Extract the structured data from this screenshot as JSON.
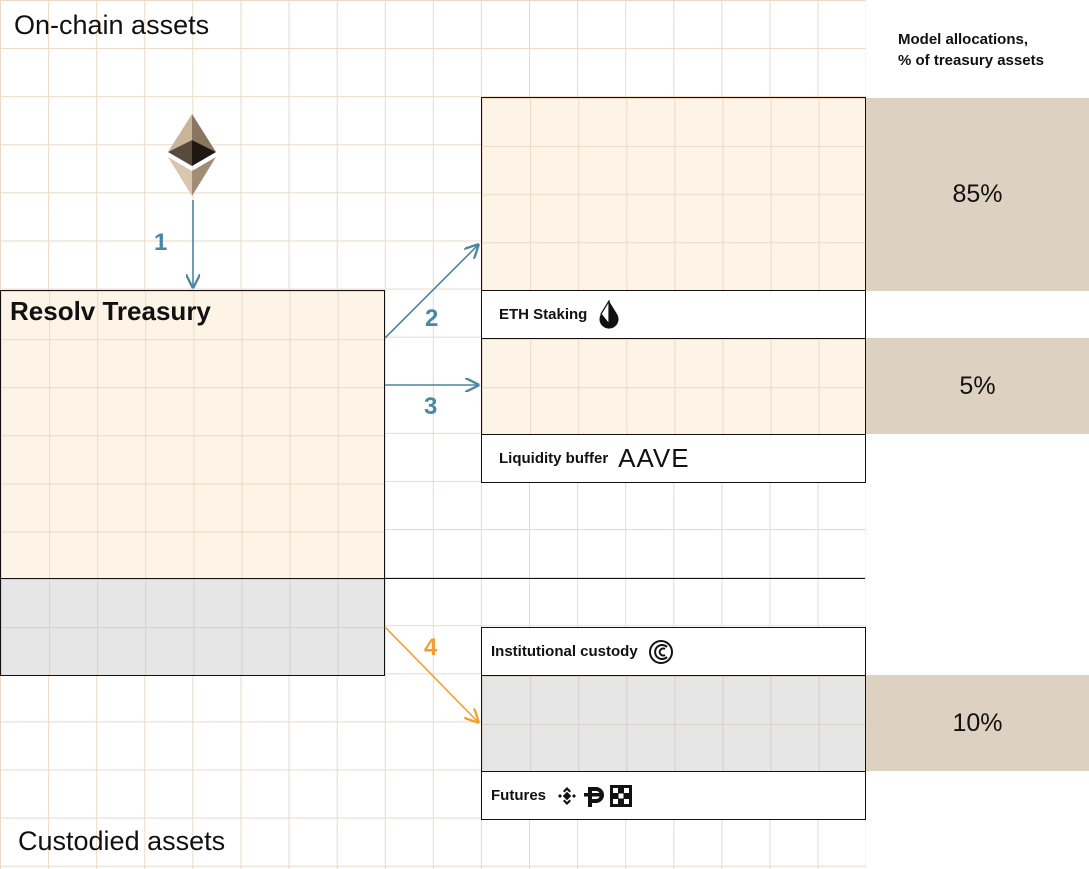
{
  "titles": {
    "on_chain": "On-chain assets",
    "custodied": "Custodied assets",
    "treasury": "Resolv Treasury"
  },
  "header_note": {
    "line1": "Model allocations,",
    "line2": "% of treasury assets"
  },
  "steps": [
    "1",
    "2",
    "3",
    "4"
  ],
  "rows": {
    "eth_staking": "ETH Staking",
    "liquidity_buffer": "Liquidity buffer",
    "aave_logo": "AAVE",
    "institutional_custody": "Institutional custody",
    "futures": "Futures"
  },
  "allocations": {
    "staking": "85%",
    "liquidity": "5%",
    "custody": "10%"
  },
  "colors": {
    "blue_arrow": "#4b86a3",
    "orange_arrow": "#f0a030",
    "peach_fill": "#fdf3e7",
    "grey_fill": "#e6e6e6",
    "allocation_fill": "#ddd1c2"
  },
  "icons": [
    "ethereum-icon",
    "lido-drop-icon",
    "aave-logo",
    "custody-icon",
    "binance-icon",
    "deribit-icon",
    "okx-icon"
  ]
}
